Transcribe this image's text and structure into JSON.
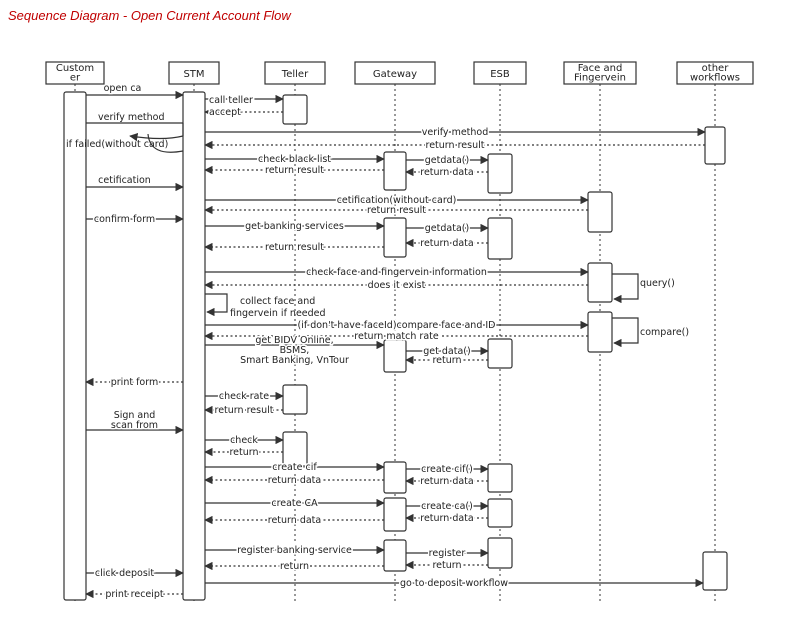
{
  "title": "Sequence Diagram - Open Current Account Flow",
  "participants": [
    {
      "id": "customer",
      "label": "Custom\ner"
    },
    {
      "id": "stm",
      "label": "STM"
    },
    {
      "id": "teller",
      "label": "Teller"
    },
    {
      "id": "gateway",
      "label": "Gateway"
    },
    {
      "id": "esb",
      "label": "ESB"
    },
    {
      "id": "face",
      "label": "Face and\nFingervein"
    },
    {
      "id": "other",
      "label": "other\nworkflows"
    }
  ],
  "messages": [
    {
      "from": "customer",
      "to": "stm",
      "label": "open ca",
      "type": "sync"
    },
    {
      "from": "stm",
      "to": "teller",
      "label": "call teller",
      "type": "sync"
    },
    {
      "from": "teller",
      "to": "stm",
      "label": "accept",
      "type": "return"
    },
    {
      "from": "customer",
      "to": "customer",
      "label": "verify method",
      "type": "note"
    },
    {
      "from": "stm",
      "to": "other",
      "label": "verify method",
      "type": "sync"
    },
    {
      "from": "other",
      "to": "stm",
      "label": "return result",
      "type": "return"
    },
    {
      "from": "customer",
      "to": "customer",
      "label": "if failed(without card)",
      "type": "note"
    },
    {
      "from": "stm",
      "to": "gateway",
      "label": "check black list",
      "type": "sync"
    },
    {
      "from": "gateway",
      "to": "esb",
      "label": "getdata()",
      "type": "sync"
    },
    {
      "from": "esb",
      "to": "gateway",
      "label": "return data",
      "type": "return"
    },
    {
      "from": "gateway",
      "to": "stm",
      "label": "return result",
      "type": "return"
    },
    {
      "from": "customer",
      "to": "stm",
      "label": "cetification",
      "type": "sync"
    },
    {
      "from": "stm",
      "to": "face",
      "label": "cetification(without card)",
      "type": "sync"
    },
    {
      "from": "face",
      "to": "stm",
      "label": "return result",
      "type": "return"
    },
    {
      "from": "customer",
      "to": "stm",
      "label": "confirm form",
      "type": "sync"
    },
    {
      "from": "stm",
      "to": "gateway",
      "label": "get banking services",
      "type": "sync"
    },
    {
      "from": "gateway",
      "to": "esb",
      "label": "getdata()",
      "type": "sync"
    },
    {
      "from": "esb",
      "to": "gateway",
      "label": "return data",
      "type": "return"
    },
    {
      "from": "gateway",
      "to": "stm",
      "label": "return result",
      "type": "return"
    },
    {
      "from": "stm",
      "to": "face",
      "label": "check face and fingervein information",
      "type": "sync"
    },
    {
      "from": "face",
      "to": "stm",
      "label": "does it exist",
      "type": "return"
    },
    {
      "from": "face",
      "to": "face",
      "label": "query()",
      "type": "self"
    },
    {
      "from": "stm",
      "to": "stm",
      "label": "collect face and\nfingervein if needed",
      "type": "self"
    },
    {
      "from": "stm",
      "to": "face",
      "label": "(if don't have faceId)compare face and ID",
      "type": "sync"
    },
    {
      "from": "face",
      "to": "stm",
      "label": "return match rate",
      "type": "return"
    },
    {
      "from": "face",
      "to": "face",
      "label": "compare()",
      "type": "self"
    },
    {
      "from": "stm",
      "to": "gateway",
      "label": "get BIDV Online,\nBSMS,\nSmart Banking, VnTour",
      "type": "sync"
    },
    {
      "from": "gateway",
      "to": "esb",
      "label": "get data()",
      "type": "sync"
    },
    {
      "from": "esb",
      "to": "gateway",
      "label": "return",
      "type": "return"
    },
    {
      "from": "stm",
      "to": "customer",
      "label": "print form",
      "type": "return"
    },
    {
      "from": "stm",
      "to": "teller",
      "label": "check rate",
      "type": "sync"
    },
    {
      "from": "teller",
      "to": "stm",
      "label": "return result",
      "type": "return"
    },
    {
      "from": "customer",
      "to": "stm",
      "label": "Sign and\nscan from",
      "type": "sync"
    },
    {
      "from": "stm",
      "to": "teller",
      "label": "check",
      "type": "sync"
    },
    {
      "from": "teller",
      "to": "stm",
      "label": "return",
      "type": "return"
    },
    {
      "from": "stm",
      "to": "gateway",
      "label": "create cif",
      "type": "sync"
    },
    {
      "from": "gateway",
      "to": "esb",
      "label": "create cif()",
      "type": "sync"
    },
    {
      "from": "esb",
      "to": "gateway",
      "label": "return data",
      "type": "return"
    },
    {
      "from": "gateway",
      "to": "stm",
      "label": "return data",
      "type": "return"
    },
    {
      "from": "stm",
      "to": "gateway",
      "label": "create CA",
      "type": "sync"
    },
    {
      "from": "gateway",
      "to": "esb",
      "label": "create ca()",
      "type": "sync"
    },
    {
      "from": "esb",
      "to": "gateway",
      "label": "return data",
      "type": "return"
    },
    {
      "from": "gateway",
      "to": "stm",
      "label": "return data",
      "type": "return"
    },
    {
      "from": "stm",
      "to": "gateway",
      "label": "register banking service",
      "type": "sync"
    },
    {
      "from": "gateway",
      "to": "esb",
      "label": "register",
      "type": "sync"
    },
    {
      "from": "esb",
      "to": "gateway",
      "label": "return",
      "type": "return"
    },
    {
      "from": "gateway",
      "to": "stm",
      "label": "return",
      "type": "return"
    },
    {
      "from": "customer",
      "to": "stm",
      "label": "click deposit",
      "type": "sync"
    },
    {
      "from": "stm",
      "to": "other",
      "label": "go to deposit workflow",
      "type": "sync"
    },
    {
      "from": "stm",
      "to": "customer",
      "label": "print receipt",
      "type": "return"
    }
  ]
}
